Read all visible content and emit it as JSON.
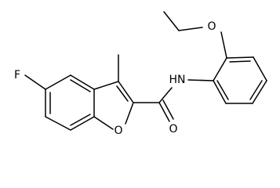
{
  "molecule": {
    "atoms": {
      "fluorine": "F",
      "furan_oxygen": "O",
      "carbonyl_oxygen": "O",
      "ether_oxygen": "O",
      "amide_nitrogen": "HN"
    }
  }
}
